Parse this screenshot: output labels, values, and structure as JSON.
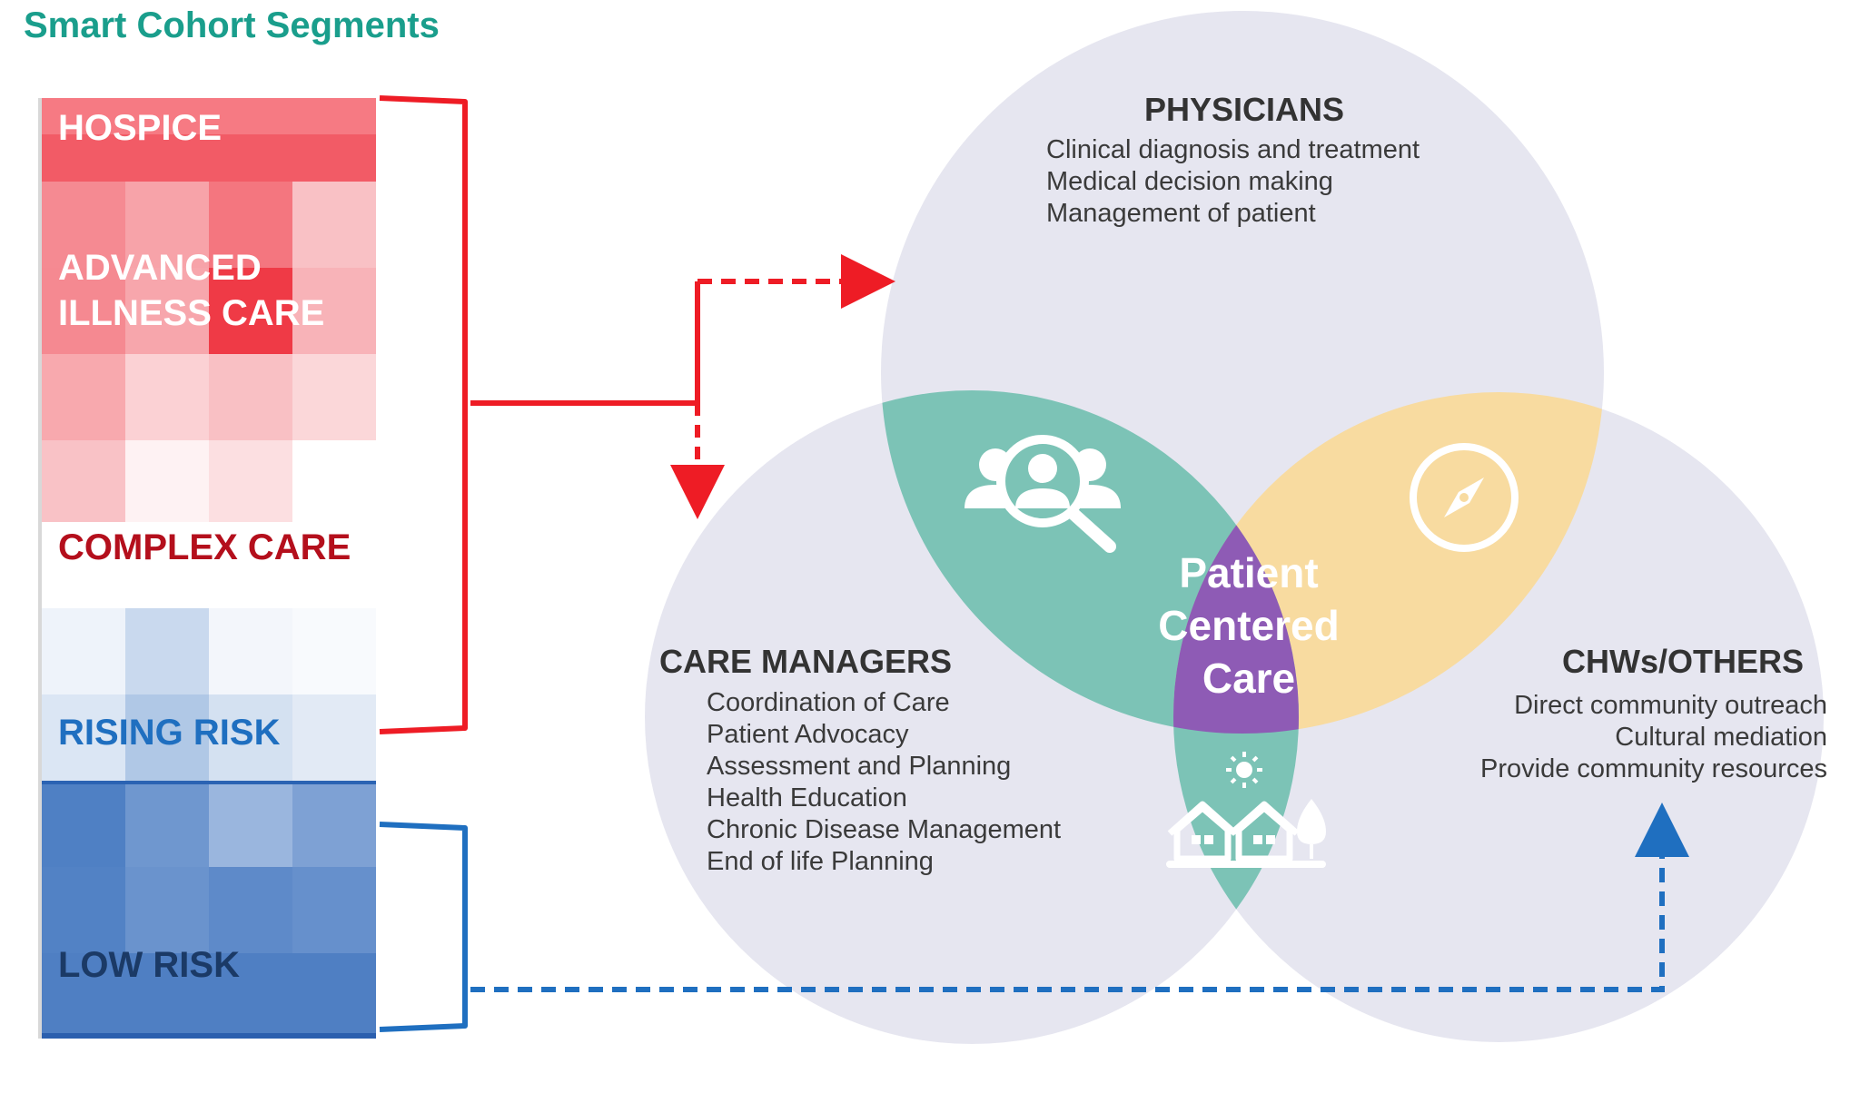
{
  "title": "Smart Cohort Segments",
  "segments": {
    "hospice": "HOSPICE",
    "advanced_illness": [
      "ADVANCED",
      "ILLNESS CARE"
    ],
    "complex_care": "COMPLEX CARE",
    "rising_risk": "RISING RISK",
    "low_risk": "LOW RISK"
  },
  "physicians": {
    "heading": "PHYSICIANS",
    "items": [
      "Clinical diagnosis and treatment",
      "Medical decision making",
      "Management of patient"
    ]
  },
  "care_managers": {
    "heading": "CARE MANAGERS",
    "items": [
      "Coordination of Care",
      "Patient Advocacy",
      "Assessment and Planning",
      "Health Education",
      "Chronic Disease Management",
      "End of life Planning"
    ]
  },
  "chws": {
    "heading": "CHWs/OTHERS",
    "items": [
      "Direct community outreach",
      "Cultural mediation",
      "Provide community resources"
    ]
  },
  "center": [
    "Patient",
    "Centered",
    "Care"
  ],
  "icons": {
    "physician_care_overlap": "people-search-icon",
    "physician_chw_overlap": "compass-icon",
    "care_chw_overlap": "community-homes-icon"
  },
  "colors": {
    "title": "#1a9e8c",
    "red": "#ee1c25",
    "blue": "#1f6fc0",
    "dark_red": "#b40f1c",
    "dark_navy": "#1b3a66",
    "circle_fill": "#e6e6f0",
    "teal": "#7cc3b6",
    "yellow": "#f8dba0",
    "purple": "#8e5bb5"
  }
}
